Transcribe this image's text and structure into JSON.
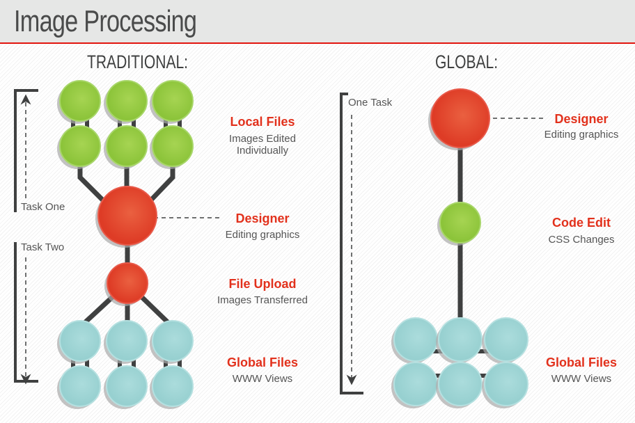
{
  "title": "Image Processing",
  "colors": {
    "red": "#e3402a",
    "green": "#93c83e",
    "blue": "#9fd6d6",
    "line": "#3f4040",
    "accent": "#e2150e"
  },
  "traditional": {
    "heading": "TRADITIONAL:",
    "task_one": "Task One",
    "task_two": "Task Two",
    "local_files": {
      "title": "Local Files",
      "line1": "Images Edited",
      "line2": "Individually"
    },
    "designer": {
      "title": "Designer",
      "desc": "Editing graphics"
    },
    "file_upload": {
      "title": "File Upload",
      "desc": "Images Transferred"
    },
    "global_files": {
      "title": "Global Files",
      "desc": "WWW Views"
    }
  },
  "global": {
    "heading": "GLOBAL:",
    "one_task": "One Task",
    "designer": {
      "title": "Designer",
      "desc": "Editing graphics"
    },
    "code_edit": {
      "title": "Code Edit",
      "desc": "CSS Changes"
    },
    "global_files": {
      "title": "Global Files",
      "desc": "WWW Views"
    }
  }
}
